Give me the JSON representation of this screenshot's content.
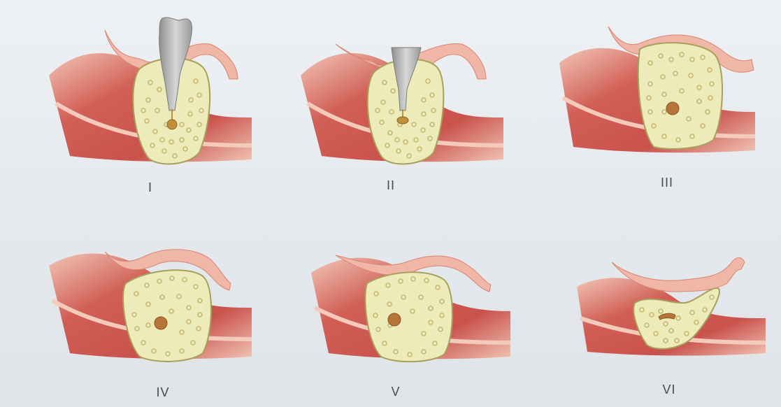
{
  "panels": [
    {
      "label": "I"
    },
    {
      "label": "II"
    },
    {
      "label": "III"
    },
    {
      "label": "IV"
    },
    {
      "label": "V"
    },
    {
      "label": "VI"
    }
  ],
  "colors": {
    "background": "#e6eaee",
    "muscle": "#d0584e",
    "muscle_light": "#e8a08e",
    "gum": "#f2b8a6",
    "bone_fill": "#eaeab8",
    "bone_outline": "#a7a05a",
    "trabecula": "#c9b872",
    "tooth": "#b8b8b8",
    "canal": "#c0903c"
  }
}
